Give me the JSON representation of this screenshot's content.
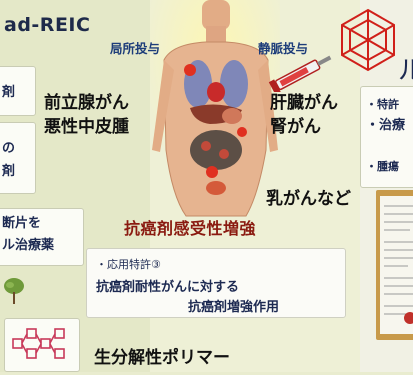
{
  "top_left": {
    "title": "ad-REIC"
  },
  "left_cards": {
    "card1": "剤",
    "card2": [
      "の",
      "剤"
    ],
    "card3": [
      "断片を",
      "ル治療薬"
    ]
  },
  "labels": {
    "local_injection": "局所投与",
    "iv_injection": "静脈投与",
    "prostate": "前立腺がん",
    "mesothelioma": "悪性中皮腫",
    "liver": "肝臓がん",
    "kidney": "腎がん",
    "breast_etc": "乳がんなど",
    "enhancement": "抗癌剤感受性増強"
  },
  "patent": {
    "heading": "・応用特許③",
    "line1": "抗癌剤耐性がんに対する",
    "line2": "抗癌剤増強作用"
  },
  "polymer": {
    "label": "生分解性ポリマー"
  },
  "right_column": {
    "item1": "・特許",
    "item2": "・治療",
    "item3": "・腫瘍",
    "glyph": "ル"
  },
  "colors": {
    "background": "#e9eccf",
    "heading_red": "#8a1a10",
    "label_blue": "#1d3d7a",
    "virus_red": "#d0201a",
    "body_skin": "#e6b490"
  }
}
